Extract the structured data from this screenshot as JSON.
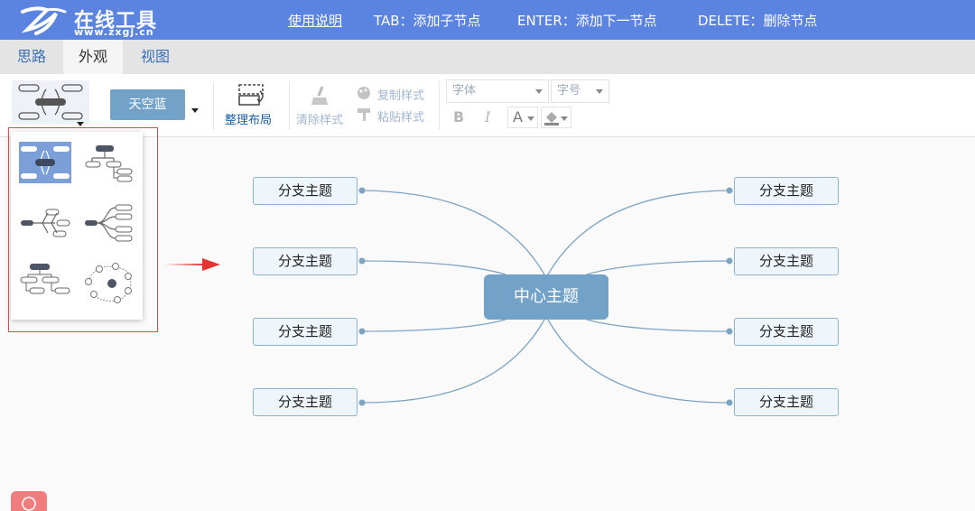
{
  "header": {
    "logo_name": "在线工具",
    "logo_url": "www.zxgj.cn",
    "nav": [
      "使用说明",
      "TAB：添加子节点",
      "ENTER：添加下一节点",
      "DELETE：删除节点"
    ]
  },
  "tabs": [
    "思路",
    "外观",
    "视图"
  ],
  "toolbar": {
    "theme_label": "天空蓝",
    "arrange_label": "整理布局",
    "clear_style_label": "清除样式",
    "copy_style_label": "复制样式",
    "paste_style_label": "粘贴样式",
    "font_family_placeholder": "字体",
    "font_size_placeholder": "字号",
    "bold_label": "B",
    "italic_label": "I",
    "font_color_label": "A"
  },
  "layout_options": [
    {
      "name": "mind-map",
      "selected": true
    },
    {
      "name": "org-right",
      "selected": false
    },
    {
      "name": "fishbone",
      "selected": false
    },
    {
      "name": "tree-right",
      "selected": false
    },
    {
      "name": "org-down",
      "selected": false
    },
    {
      "name": "network",
      "selected": false
    }
  ],
  "mindmap": {
    "center": "中心主题",
    "left_branches": [
      "分支主题",
      "分支主题",
      "分支主题",
      "分支主题"
    ],
    "right_branches": [
      "分支主题",
      "分支主题",
      "分支主题",
      "分支主题"
    ]
  },
  "colors": {
    "header_bg": "#5b84e0",
    "accent": "#73a2c9",
    "highlight_box": "#e24646",
    "arrow": "#e53333"
  }
}
